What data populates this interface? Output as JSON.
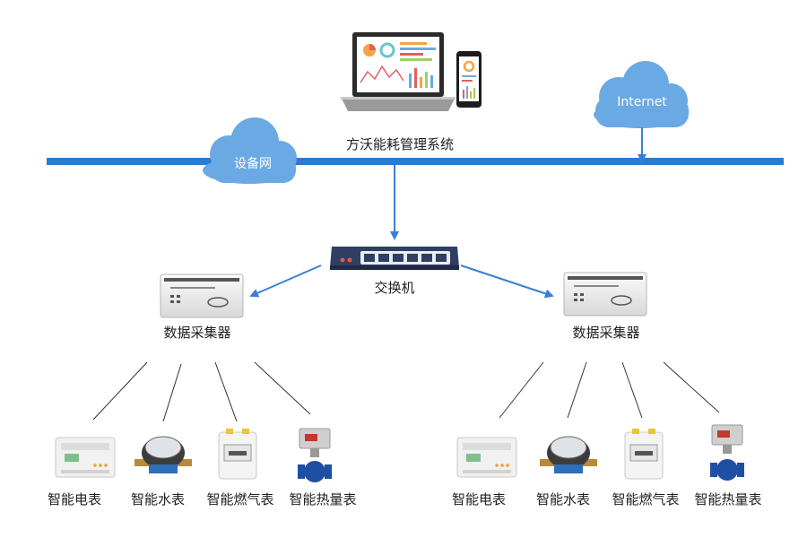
{
  "diagram": {
    "system_label": "方沃能耗管理系统",
    "device_net_label": "设备网",
    "internet_label": "Internet",
    "switch_label": "交换机",
    "collectors": [
      {
        "label": "数据采集器"
      },
      {
        "label": "数据采集器"
      }
    ],
    "meter_groups": [
      {
        "meters": [
          {
            "label": "智能电表",
            "icon": "electric-meter-icon"
          },
          {
            "label": "智能水表",
            "icon": "water-meter-icon"
          },
          {
            "label": "智能燃气表",
            "icon": "gas-meter-icon"
          },
          {
            "label": "智能热量表",
            "icon": "heat-meter-icon"
          }
        ]
      },
      {
        "meters": [
          {
            "label": "智能电表",
            "icon": "electric-meter-icon"
          },
          {
            "label": "智能水表",
            "icon": "water-meter-icon"
          },
          {
            "label": "智能燃气表",
            "icon": "gas-meter-icon"
          },
          {
            "label": "智能热量表",
            "icon": "heat-meter-icon"
          }
        ]
      }
    ],
    "colors": {
      "bus": "#2f79d0",
      "cloud": "#6aa9e3",
      "arrow": "#3a7fd5",
      "switch_body": "#2f3f63",
      "line": "#333333"
    }
  }
}
